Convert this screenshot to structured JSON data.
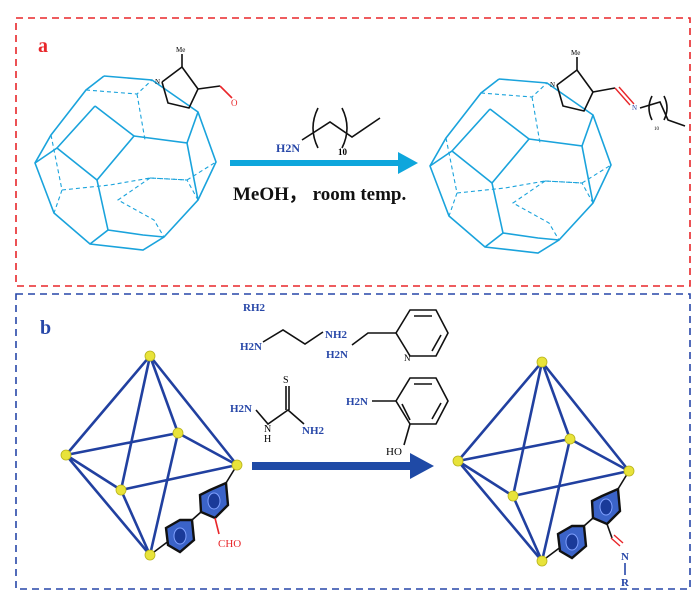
{
  "panel_a": {
    "label": "a",
    "methyl": "Me",
    "n_label": "N",
    "aldehyde_o": "O",
    "reagent_amine": "H2N",
    "reagent_repeat": "10",
    "conditions": "MeOH， room temp.",
    "imine_n": "N",
    "product_repeat": "10",
    "colors": {
      "border": "#e8262a",
      "framework": "#1aa3dc",
      "arrow": "#0ea6dc"
    }
  },
  "panel_b": {
    "label": "b",
    "reagent_class": "RH2",
    "ethylenediamine": {
      "left": "H2N",
      "right": "NH2"
    },
    "picolylamine": {
      "amine": "H2N",
      "ring_n": "N"
    },
    "thiosemicarbazide": {
      "s": "S",
      "left": "H2N",
      "nh": "N",
      "h": "H",
      "right": "NH2"
    },
    "aminophenol": {
      "amine": "H2N",
      "hydroxyl": "HO"
    },
    "aldehyde": "CHO",
    "imine_n": "N",
    "imine_r": "R",
    "colors": {
      "border": "#2747a8",
      "arrow": "#1f4aa6",
      "node": "#e8e33a"
    }
  }
}
